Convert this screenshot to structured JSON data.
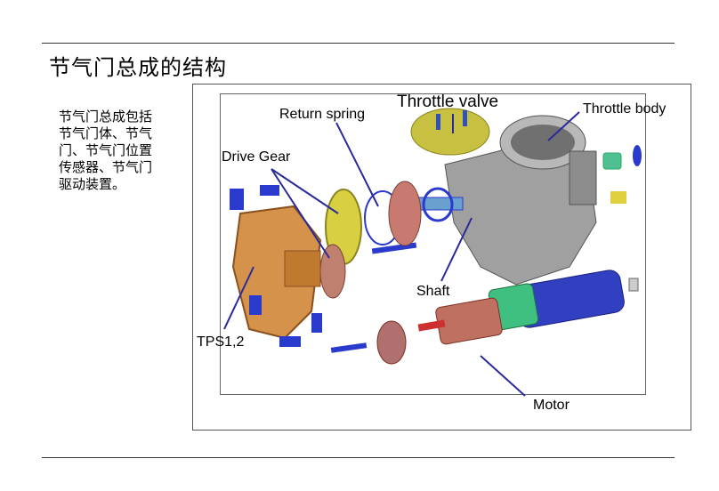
{
  "slide": {
    "title": "节气门总成的结构",
    "description": "节气门总成包括节气门体、节气门、节气门位置传感器、节气门驱动装置。"
  },
  "diagram": {
    "labels": {
      "throttle_valve": "Throttle valve",
      "throttle_body": "Throttle body",
      "return_spring": "Return spring",
      "drive_gear": "Drive Gear",
      "shaft": "Shaft",
      "tps": "TPS1,2",
      "motor": "Motor"
    },
    "colors": {
      "leader_line": "#2a2a9a",
      "tps_cover": "#d4924a",
      "gear": "#d8d040",
      "body": "#9a9a9a",
      "motor_blue": "#3040c0",
      "motor_green": "#40c080",
      "clip_blue": "#2a3acc"
    }
  }
}
